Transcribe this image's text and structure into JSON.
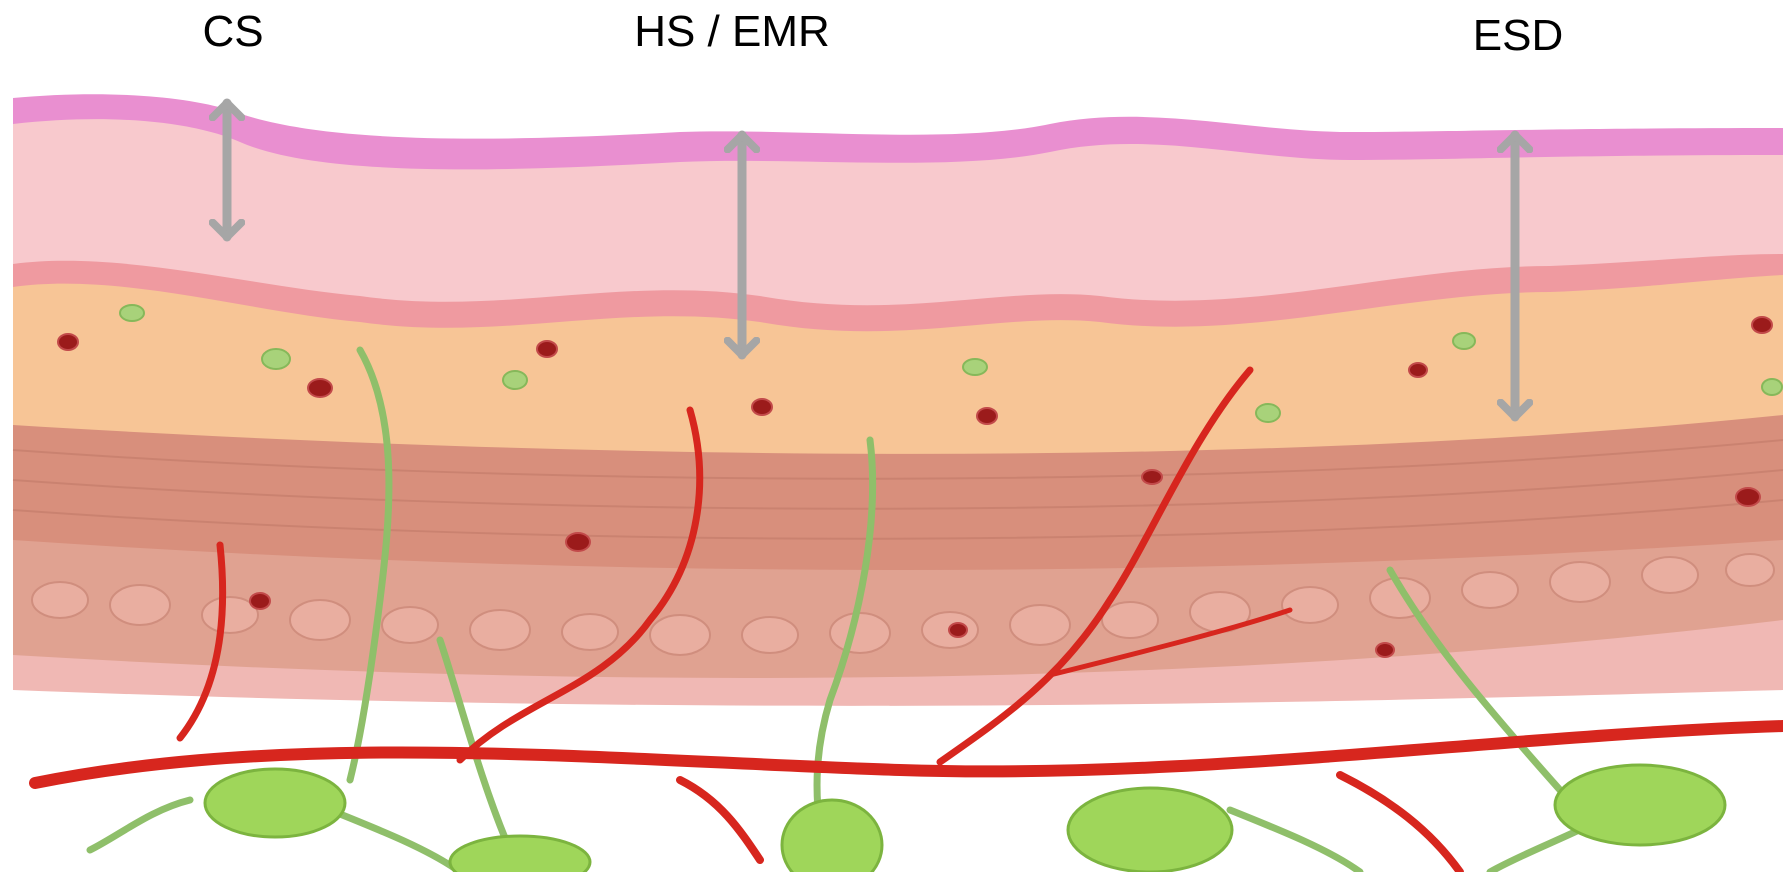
{
  "labels": {
    "cs": "CS",
    "hs_emr": "HS / EMR",
    "esd": "ESD"
  },
  "colors": {
    "epithelium": "#e98fd0",
    "mucosa": "#f8c9cd",
    "muscularis_mucosae": "#ef9aa0",
    "submucosa": "#f7c596",
    "muscle_longitudinal": "#d98f7c",
    "muscle_circular": "#e5a08f",
    "serosa": "#f0b8b4",
    "artery": "#d7261e",
    "lymph": "#a8d27a",
    "node": "#9fd65a",
    "arrow": "#a6a6a6",
    "vessel_dot": "#9b1b1b"
  },
  "icons": {
    "arrow": "double-headed-arrow-icon"
  }
}
